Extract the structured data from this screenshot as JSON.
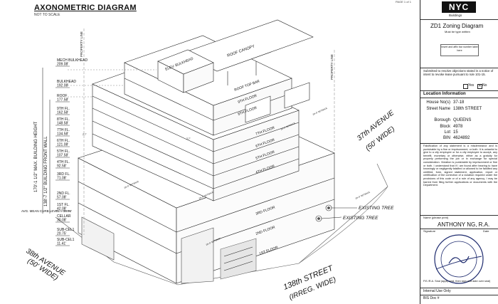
{
  "title": "AXONOMETRIC DIAGRAM",
  "subtitle": "NOT TO SCALE",
  "corner_tag": "PAGE 1 of 1",
  "floors": {
    "roof_canopy": "ROOF CANOPY",
    "elev_bulkhead": "ELEV. BULKHEAD",
    "roof_top_bar": "ROOF TOP BAR",
    "f9": "9TH FLOOR",
    "f8": "8TH FLOOR",
    "f7": "7TH FLOOR",
    "f6": "6TH FLOOR",
    "f5": "5TH FLOOR",
    "f4": "4TH FLOOR",
    "f3": "3RD FLOOR",
    "f2": "2ND FLOOR",
    "f1": "1ST FLOOR"
  },
  "elevations": [
    {
      "label": "MECH BULKHEAD",
      "value": "209.08'"
    },
    {
      "label": "BULKHEAD",
      "value": "192.08'"
    },
    {
      "label": "ROOF",
      "value": "177.58'"
    },
    {
      "label": "9TH FL.",
      "value": "162.58'"
    },
    {
      "label": "8TH FL.",
      "value": "148.58'"
    },
    {
      "label": "7TH FL.",
      "value": "134.58'"
    },
    {
      "label": "6TH FL.",
      "value": "121.08'"
    },
    {
      "label": "5TH FL.",
      "value": "107.58'"
    },
    {
      "label": "4TH FL.",
      "value": "92.58'"
    },
    {
      "label": "3RD FL.",
      "value": "71.08'"
    },
    {
      "label": "2ND FL.",
      "value": "57.08'"
    },
    {
      "label": "1ST FL.",
      "value": "42.08'"
    },
    {
      "label": "CELLAR",
      "value": "30.08'"
    },
    {
      "label": "SUB-CEL1",
      "value": "20.75'"
    },
    {
      "label": "SUB-CEL1",
      "value": "11.41'"
    }
  ],
  "dims": {
    "max_height": "170'-1 1/2\" MAX. BUILDING HEIGHT",
    "front_wall": "138'-7 1/2\" BUILDING FRONT WALL",
    "curb": "AVG. MEAN CURB LEVEL = 36.96'",
    "setback_a": "2.7'",
    "setback_b": "2.7'",
    "setback_c": "20'-0\" SETBACK",
    "setback_d": "20'-0\" SETBACK",
    "setback_e": "20'-0\" SETBACK",
    "setback_f": "20'-0\" SETBACK",
    "setback_g": "20'-0\" SETBACK",
    "setback_h": "20'-0\" SETBACK"
  },
  "streets": {
    "ave_right": "37th AVENUE",
    "ave_right_w": "(50' WIDE)",
    "ave_left": "38th AVENUE",
    "ave_left_w": "(50' WIDE)",
    "street": "138th STREET",
    "street_w": "(IRREG. WIDE)",
    "property_line_a": "PROPERTY LINE",
    "property_line_b": "PROPERTY LINE"
  },
  "trees": {
    "t1": "EXISTING TREE",
    "t2": "EXISTING TREE"
  },
  "title_block": {
    "agency": "NYC",
    "agency_sub": "Buildings",
    "form": "ZD1 Zoning Diagram",
    "form_sub": "Must be type written",
    "barcode_note": "Insert and affix bar number label here",
    "objection_text": "Submitted to resolve objections stated in a notice of intent to revoke lease pursuant to rule 101-15.",
    "yes": "Yes",
    "no": "No",
    "location_head": "Location Information",
    "house_label": "House No(s)",
    "house": "37-18",
    "street_label": "Street Name",
    "street": "138th STREET",
    "borough_label": "Borough",
    "borough": "QUEENS",
    "block_label": "Block",
    "block": "4978",
    "lot_label": "Lot",
    "lot": "15",
    "bin_label": "BIN",
    "bin": "4624892",
    "legal": "Falsification of any statement is a misdemeanor and is punishable by a fine or imprisonment, or both. It is unlawful to give to a city employee or for a city employee to accept, any benefit, monetary or otherwise, either as a gratuity for properly performing the job or in exchange for special consideration. Violation is punishable by imprisonment or fine or both. I understand that if I am found after hearing to have knowingly or negligently falsified or allowed to be falsified any certified, form, signed statement, application, report or certification of the correction of a violation required under the provisions of this code or of a rule of any agency, I may be barred from filing further applications or documents with the Department.",
    "name_label": "Name (please print)",
    "name": "ANTHONY NG, R.A.",
    "signature_label": "Signature",
    "date_label": "Date",
    "pera": "P.E./R.A. Seal (apply seal, then sign and date over seal)",
    "internal": "Internal Use Only",
    "bis": "BIS Doc #"
  }
}
